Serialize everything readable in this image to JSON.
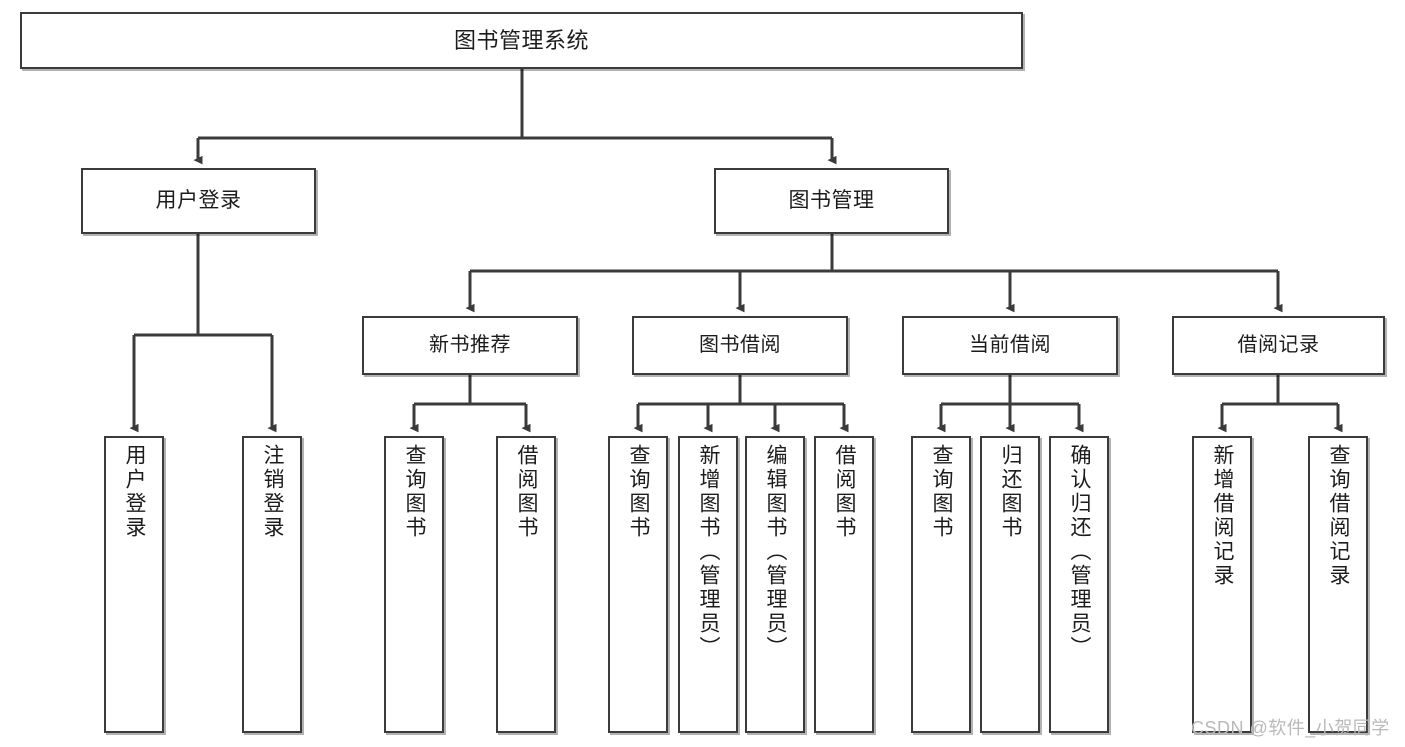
{
  "diagram": {
    "title": "图书管理系统",
    "type": "tree-hierarchy-chart",
    "watermark": "CSDN @软件_小贺同学",
    "colors": {
      "box_border": "#3b3b3b",
      "box_fill": "#ffffff",
      "line": "#3b3b3b",
      "text": "#1c1c1c",
      "watermark": "#b9b9b9"
    },
    "nodes": {
      "root": {
        "label": "图书管理系统",
        "level": 0
      },
      "user_login": {
        "label": "用户登录",
        "level": 1
      },
      "book_manage": {
        "label": "图书管理",
        "level": 1
      },
      "new_book_recommend": {
        "label": "新书推荐",
        "level": 2
      },
      "book_borrow": {
        "label": "图书借阅",
        "level": 2
      },
      "current_borrow": {
        "label": "当前借阅",
        "level": 2
      },
      "borrow_record": {
        "label": "借阅记录",
        "level": 2
      },
      "leaf_user_login": {
        "label": "用户登录",
        "level": 3
      },
      "leaf_user_logout": {
        "label": "注销登录",
        "level": 3
      },
      "leaf_rec_query": {
        "label": "查询图书",
        "level": 3
      },
      "leaf_rec_borrow": {
        "label": "借阅图书",
        "level": 3
      },
      "leaf_borrow_query": {
        "label": "查询图书",
        "level": 3
      },
      "leaf_borrow_add": {
        "label": "新增图书（管理员）",
        "level": 3
      },
      "leaf_borrow_edit": {
        "label": "编辑图书（管理员）",
        "level": 3
      },
      "leaf_borrow_lend": {
        "label": "借阅图书",
        "level": 3
      },
      "leaf_cur_query": {
        "label": "查询图书",
        "level": 3
      },
      "leaf_cur_return": {
        "label": "归还图书",
        "level": 3
      },
      "leaf_cur_confirm": {
        "label": "确认归还（管理员）",
        "level": 3
      },
      "leaf_rec_add": {
        "label": "新增借阅记录",
        "level": 3
      },
      "leaf_rec_search": {
        "label": "查询借阅记录",
        "level": 3
      }
    }
  }
}
